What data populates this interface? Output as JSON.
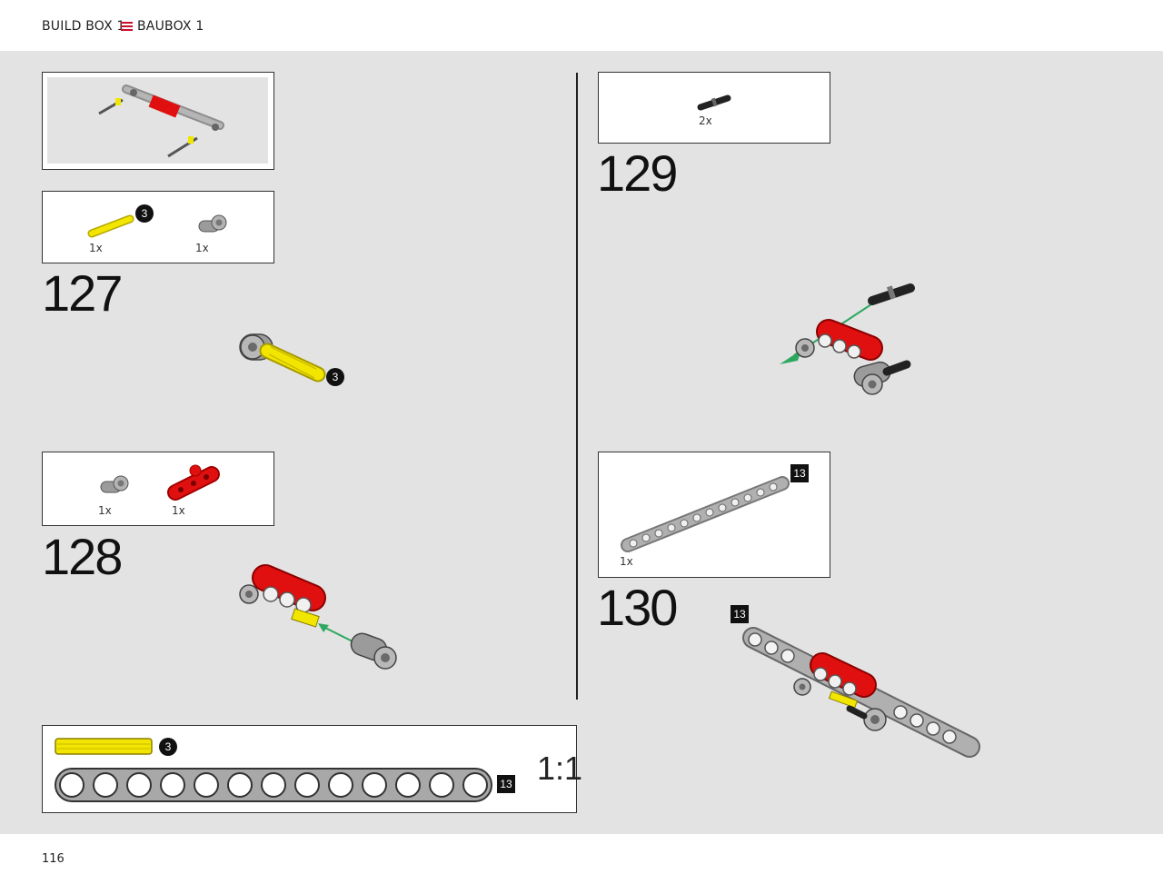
{
  "header": {
    "left_title": "BUILD BOX 1",
    "right_title": "BAUBOX 1"
  },
  "page_number": "116",
  "steps": [
    {
      "number": "127",
      "parts": [
        {
          "qty": "1x",
          "badge": "3",
          "icon": "yellow-axle"
        },
        {
          "qty": "1x",
          "icon": "gray-axle-connector"
        }
      ],
      "callout_badge": "3"
    },
    {
      "number": "128",
      "parts": [
        {
          "qty": "1x",
          "icon": "gray-axle-connector"
        },
        {
          "qty": "1x",
          "icon": "red-triangle-beam"
        }
      ]
    },
    {
      "number": "129",
      "parts": [
        {
          "qty": "2x",
          "icon": "black-pin"
        }
      ]
    },
    {
      "number": "130",
      "parts": [
        {
          "qty": "1x",
          "badge": "13",
          "icon": "gray-beam-13"
        }
      ],
      "callout_badge": "13"
    }
  ],
  "scale_ruler": {
    "axle_badge": "3",
    "beam_badge": "13",
    "scale_label": "1:1"
  },
  "colors": {
    "brand_red": "#c8102e",
    "part_red": "#e01010",
    "part_yellow": "#f2e600",
    "part_gray": "#a8a8a8",
    "arrow_green": "#2ea860"
  }
}
